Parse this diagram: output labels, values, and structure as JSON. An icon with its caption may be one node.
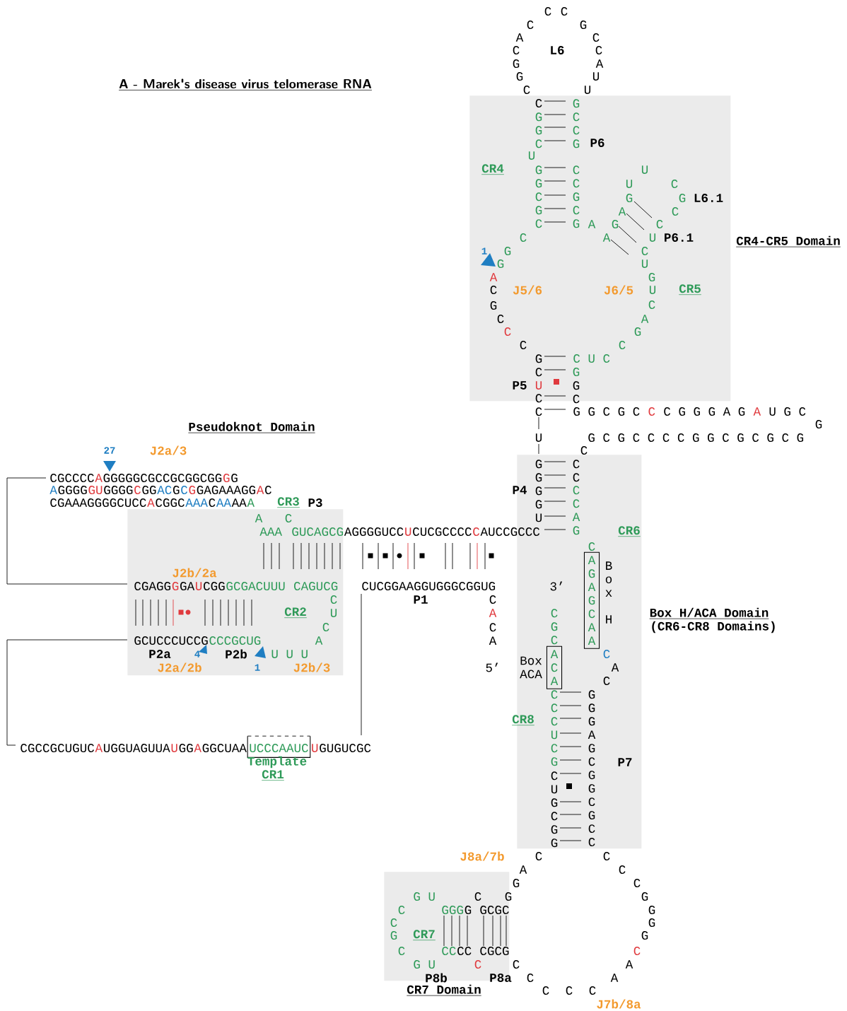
{
  "diagram": {
    "title": "A - Marek's disease virus telomerase RNA",
    "nodes": [
      {
        "text": [
          "CR4-CR5 Domain"
        ]
      },
      {
        "text": [
          "Pseudoknot Domain"
        ]
      },
      {
        "text": [
          "Box H/ACA Domain",
          "(CR6-CR8 Domains)"
        ]
      },
      {
        "text": [
          "CR7 Domain"
        ]
      },
      {
        "text": [
          "A G A G C A A"
        ],
        "beside": [
          "B o x",
          "H"
        ],
        "in": 2
      },
      {
        "text": [
          "A C A"
        ],
        "beside": [
          "Box ACA"
        ],
        "in": 2
      },
      {
        "text": [
          "UCCCAAUC"
        ],
        "beside": [
          "Template"
        ]
      }
    ],
    "labels": [
      "C",
      "C",
      "C",
      "G",
      "A",
      "C",
      "C",
      "L6",
      "C",
      "G",
      "A",
      "G",
      "U",
      "C",
      "U",
      "C",
      "G G C",
      "G C C G",
      "P6",
      "U",
      "CR4",
      "G G C G C",
      "C C G C G",
      "U",
      "U",
      "C",
      "G",
      "G",
      "L6.1",
      "A",
      "C",
      "A",
      "G",
      "C",
      "C",
      "A",
      "U",
      "P6.1",
      "1",
      "G",
      "C",
      "G",
      "U",
      "A",
      "G",
      "C",
      "J5/6",
      "J6/5",
      "U",
      "CR5",
      "G",
      "C",
      "C",
      "A",
      "C",
      "G",
      "C",
      "C",
      "G C",
      "C U C",
      "G",
      "P5",
      "U",
      "G C",
      "C C",
      "G G C G C",
      "C",
      "C G G G A G",
      "A",
      "U G C",
      "G",
      "U",
      "G C G C C C C G G C G C G C G",
      "27",
      "J2a/3",
      "C",
      "G G G G U",
      "C C",
      "CGCCCC",
      "A",
      "GGGGGCGCCGCGGCGG",
      "G",
      "G",
      "A",
      "GGGG",
      "GU",
      "GGGG",
      "C",
      "GG",
      "AC",
      "G",
      "C",
      "G",
      "GAGAAAGG",
      "A",
      "C",
      "P4",
      "C C A G",
      "CGAAAGGGGCUCC",
      "A",
      "CGGC",
      "AAA",
      "C",
      "AA",
      "AA",
      "A",
      "CR3",
      "P3",
      "A",
      "C",
      "AAA",
      "GUCAGCG",
      "AGGGGUCC",
      "U",
      "CUCGCCCC",
      "C",
      "AUCCGCCC",
      "CR6",
      "C",
      "J2b/2a",
      "CGAGG",
      "G",
      "GA",
      "U",
      "CGG",
      "GCGACUUU",
      "CAGUCG",
      "CUCGGAAGGUGGGCGGUG",
      "3’",
      "C",
      "P1",
      "C",
      "CR2",
      "U",
      "A",
      "C G C",
      "C",
      "C A",
      "GCUCCCUCCG",
      "CCCGCUG",
      "A",
      "P2a",
      "4",
      "P2b",
      "U U U",
      "C",
      "J2a/2b",
      "1",
      "J2b/3",
      "5’",
      "A",
      "C",
      "C C C U C G",
      "G G G A G C G G C G C C",
      "CR8",
      "CGCCGCUGUC",
      "A",
      "UGGUAGUUA",
      "U",
      "GG",
      "A",
      "GGCUAA",
      "U",
      "GUGUCGC",
      "P7",
      "CR1",
      "C U G C G G",
      "J8a/7b",
      "C",
      "C",
      "A",
      "C",
      "G",
      "C",
      "G U",
      "C",
      "G",
      "G",
      "C",
      "GGG",
      "G",
      "GCGC",
      "G",
      "C",
      "G",
      "G",
      "CR7",
      "G",
      "C",
      "CC",
      "CC",
      "CGCG",
      "C",
      "G U",
      "C",
      "C",
      "A",
      "P8b",
      "P8a",
      "C",
      "A",
      "C",
      "C",
      "C",
      "J7b/8a"
    ]
  }
}
